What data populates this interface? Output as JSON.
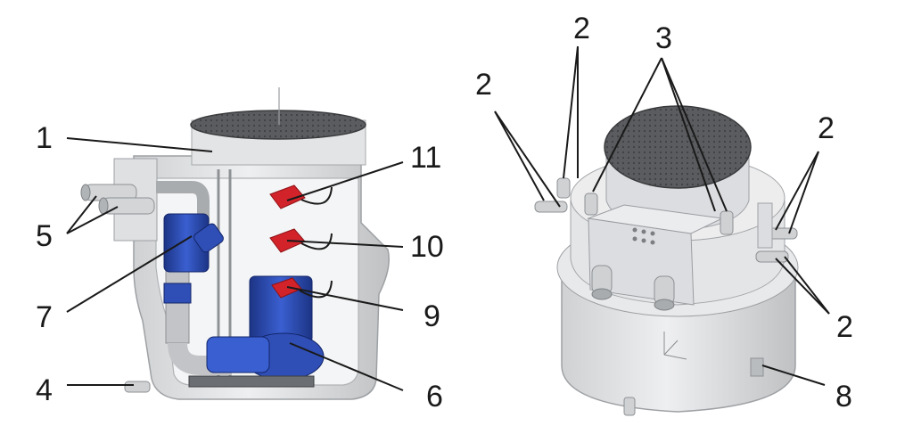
{
  "diagram": {
    "left_view_callouts": [
      "1",
      "11",
      "5",
      "10",
      "7",
      "9",
      "4",
      "6"
    ],
    "right_view_callouts": [
      "2",
      "2",
      "3",
      "2",
      "2",
      "8"
    ]
  },
  "colors": {
    "tank": "#e6e7e8",
    "tank_shade": "#c9cbcd",
    "tank_dark": "#a9acaf",
    "lid": "#5f6063",
    "pump_blue": "#2f4fb6",
    "pump_blue_dark": "#1c3485",
    "float_red": "#d2232a",
    "pipe_grey": "#b8babd",
    "line": "#1a1a1a"
  }
}
